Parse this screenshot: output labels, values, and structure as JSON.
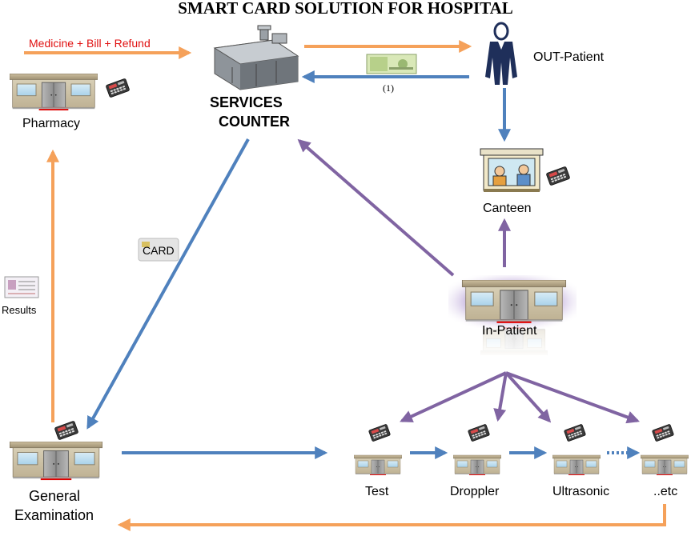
{
  "title": "SMART CARD SOLUTION FOR HOSPITAL",
  "colors": {
    "orange_arrow": "#f5a15a",
    "blue_arrow": "#4f81bd",
    "purple_arrow": "#8064a2",
    "building_wall": "#cbbfa2",
    "building_roof": "#b3a58a",
    "door": "#9e9e9e",
    "step": "#e00000",
    "red_text": "#e01010"
  },
  "nodes": {
    "services_counter": {
      "label_line1": "SERVICES",
      "label_line2": "COUNTER",
      "icon": "cash-register-counter-icon"
    },
    "out_patient": {
      "label": "OUT-Patient",
      "icon": "person-icon"
    },
    "pharmacy": {
      "label": "Pharmacy",
      "icon": "building-icon"
    },
    "canteen": {
      "label": "Canteen",
      "icon": "canteen-clipart-icon"
    },
    "in_patient": {
      "label": "In-Patient",
      "icon": "building-icon"
    },
    "general_examination": {
      "label_line1": "General",
      "label_line2": "Examination",
      "icon": "building-icon"
    },
    "test": {
      "label": "Test",
      "icon": "building-icon"
    },
    "droppler": {
      "label": "Droppler",
      "icon": "building-icon"
    },
    "ultrasonic": {
      "label": "Ultrasonic",
      "icon": "building-icon"
    },
    "etc": {
      "label": "..etc",
      "icon": "building-icon"
    }
  },
  "annotations": {
    "medicine_bill_refund": "Medicine + Bill + Refund",
    "payment_step": "(1)",
    "card": "CARD",
    "results": "Results"
  },
  "edges": [
    {
      "from": "pharmacy",
      "to": "services_counter",
      "color": "orange",
      "label": "Medicine + Bill + Refund"
    },
    {
      "from": "services_counter",
      "to": "out_patient",
      "color": "orange"
    },
    {
      "from": "out_patient",
      "to": "services_counter",
      "color": "blue",
      "label": "(1)"
    },
    {
      "from": "out_patient",
      "to": "canteen",
      "color": "blue"
    },
    {
      "from": "services_counter",
      "to": "general_examination",
      "color": "blue",
      "label": "CARD"
    },
    {
      "from": "in_patient",
      "to": "services_counter",
      "color": "purple"
    },
    {
      "from": "in_patient",
      "to": "canteen",
      "color": "purple"
    },
    {
      "from": "general_examination",
      "to": "pharmacy",
      "color": "orange",
      "label": "Results"
    },
    {
      "from": "general_examination",
      "to": "test",
      "color": "blue"
    },
    {
      "from": "test",
      "to": "droppler",
      "color": "blue"
    },
    {
      "from": "droppler",
      "to": "ultrasonic",
      "color": "blue"
    },
    {
      "from": "ultrasonic",
      "to": "etc",
      "color": "blue",
      "style": "dotted"
    },
    {
      "from": "in_patient",
      "to": "test",
      "color": "purple"
    },
    {
      "from": "in_patient",
      "to": "droppler",
      "color": "purple"
    },
    {
      "from": "in_patient",
      "to": "ultrasonic",
      "color": "purple"
    },
    {
      "from": "in_patient",
      "to": "etc",
      "color": "purple"
    },
    {
      "from": "etc",
      "to": "general_examination",
      "color": "orange"
    }
  ]
}
